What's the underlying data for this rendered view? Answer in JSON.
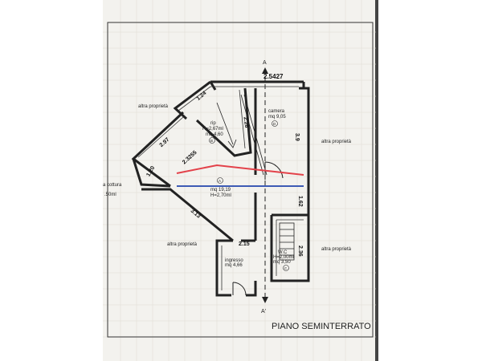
{
  "plan": {
    "title": "PIANO SEMINTERRATO",
    "neighbours": {
      "nw": "altra proprietà",
      "ne": "altra proprietà",
      "sw": "altra proprietà",
      "se": "altra proprietà",
      "left_cut": "a cottura",
      "left_cut_dim": ".50ml"
    },
    "section": {
      "top": "A",
      "bottom": "A'"
    },
    "rooms": {
      "rip": {
        "name": "rip",
        "height": "H=2,67ml",
        "area": "mq 4,60",
        "code": "B"
      },
      "camera": {
        "name": "camera",
        "area": "mq 9,05",
        "code": "D"
      },
      "main": {
        "code": "A",
        "area": "mq 19,19",
        "height": "H=2,70ml"
      },
      "wc": {
        "name": "W.C",
        "height": "H=2,00ml",
        "area": "mq 3,50",
        "code": "C"
      },
      "ingresso": {
        "name": "ingresso",
        "area": "mq 4,66"
      }
    },
    "dimensions": {
      "top": "2.5427",
      "rip_top": "1.24",
      "rip_side": "2.26",
      "angled_short": "2.97",
      "angled_long": "2.3255",
      "corner": "1.20",
      "camera_h": "3.9",
      "diag_bottom": "3.13",
      "mid_right": "1.62",
      "ingresso_w": "2.15",
      "wc_h": "2.36"
    }
  }
}
